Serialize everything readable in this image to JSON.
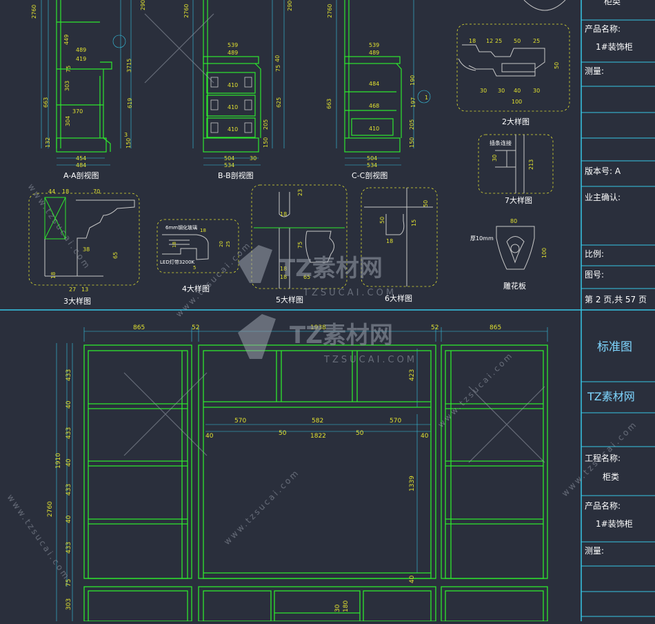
{
  "colors": {
    "background": "#2a2f3c",
    "frame": "#36c7e6",
    "cabinet": "#2ee82e",
    "dimension": "#e0e030",
    "text": "#ffffff",
    "detail": "#c8c8c8",
    "watermark": "#9aa0ac"
  },
  "section_views": {
    "aa": {
      "title": "A-A剖视图",
      "dims_top": [
        "489",
        "419"
      ],
      "dims_mid": [
        "370"
      ],
      "dims_bottom": [
        "454",
        "484"
      ],
      "dims_left": [
        "2760",
        "663",
        "449",
        "75",
        "303",
        "304",
        "132"
      ],
      "dims_right": [
        "2900",
        "3715",
        "619",
        "150",
        "3"
      ]
    },
    "bb": {
      "title": "B-B剖视图",
      "dims_top": [
        "539",
        "489"
      ],
      "dims_drawers": [
        "410",
        "410",
        "410"
      ],
      "dims_bottom": [
        "504",
        "534"
      ],
      "dims_left": [
        "2760"
      ],
      "dims_right": [
        "2900",
        "40",
        "75",
        "625",
        "205",
        "150",
        "30"
      ]
    },
    "cc": {
      "title": "C-C剖视图",
      "dims_top": [
        "539",
        "489"
      ],
      "dims_mid": [
        "484",
        "468",
        "410"
      ],
      "dims_bottom": [
        "504",
        "534"
      ],
      "dims_left": [
        "2760",
        "663"
      ],
      "dims_right": [
        "190",
        "197",
        "205",
        "150",
        "1"
      ]
    }
  },
  "details": {
    "d2": {
      "title": "2大样图",
      "dims": [
        "18",
        "12",
        "25",
        "50",
        "25",
        "30",
        "30",
        "40",
        "30",
        "100",
        "50"
      ]
    },
    "d3": {
      "title": "3大样图",
      "dims": [
        "44",
        "18",
        "70",
        "38",
        "65",
        "18",
        "27",
        "13"
      ]
    },
    "d4": {
      "title": "4大样图",
      "note1": "6mm钢化玻璃",
      "note2": "LED灯带3200K",
      "dims": [
        "18",
        "18",
        "20",
        "25",
        "5"
      ]
    },
    "d5": {
      "title": "5大样图",
      "dims": [
        "23",
        "18",
        "75",
        "18",
        "65",
        "18"
      ]
    },
    "d6": {
      "title": "6大样图",
      "dims": [
        "50",
        "15",
        "18",
        "50"
      ]
    },
    "d7": {
      "title": "7大样图",
      "note": "插条连接",
      "dims": [
        "30",
        "213"
      ]
    },
    "carving": {
      "title": "雕花板",
      "thickness": "厚10mm",
      "dims": [
        "80",
        "100"
      ]
    }
  },
  "elevation": {
    "top_dims": [
      "865",
      "52",
      "1938",
      "52",
      "865"
    ],
    "mid_dims": [
      "570",
      "582",
      "570",
      "40",
      "50",
      "50",
      "40",
      "1822"
    ],
    "left_dims": [
      "2760",
      "1910",
      "433",
      "40",
      "433",
      "40",
      "433",
      "40",
      "433",
      "75",
      "303"
    ],
    "right_dims": [
      "423",
      "1339",
      "40"
    ],
    "bottom_dims": [
      "30",
      "180"
    ]
  },
  "title_block_top": {
    "product_label": "产品名称:",
    "product_value": "1#装饰柜",
    "survey_label": "测量:",
    "project_value": "柜类",
    "version_label": "版本号: A",
    "owner_label": "业主确认:",
    "scale_label": "比例:",
    "drawing_no_label": "图号:",
    "page_info": "第 2 页,共 57 页"
  },
  "title_block_bottom": {
    "standard": "标准图",
    "brand": "TZ素材网",
    "project_label": "工程名称:",
    "project_value": "柜类",
    "product_label": "产品名称:",
    "product_value": "1#装饰柜",
    "survey_label": "测量:"
  },
  "watermarks": {
    "main": "TZ素材网",
    "sub": "TZSUCAI.COM",
    "diag": "www.tzsucai.com"
  }
}
